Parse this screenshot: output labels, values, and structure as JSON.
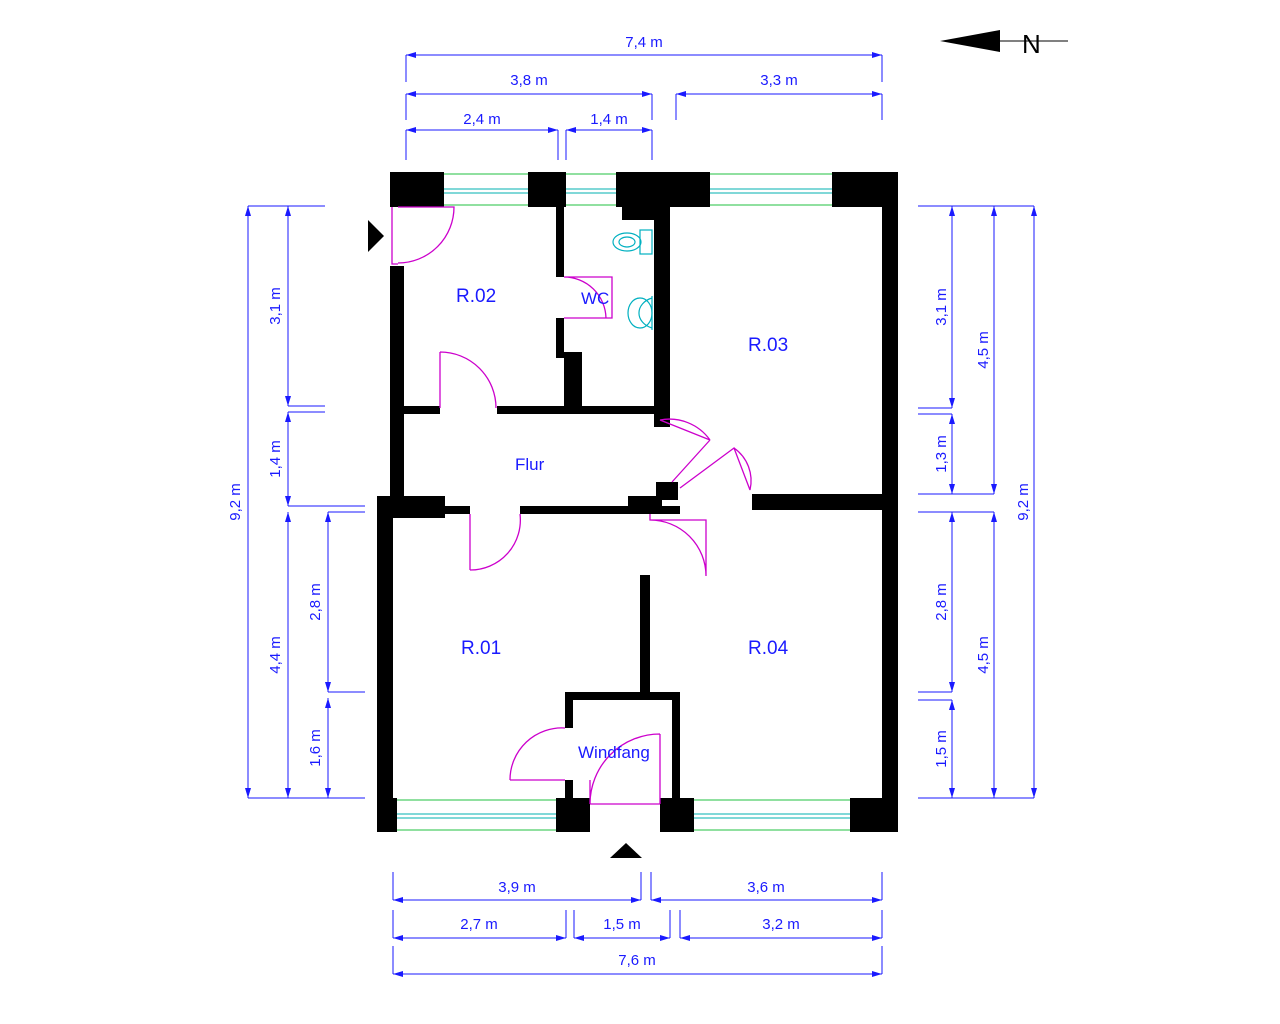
{
  "north": {
    "label": "N"
  },
  "rooms": {
    "r02": "R.02",
    "wc": "WC",
    "r03": "R.03",
    "flur": "Flur",
    "r01": "R.01",
    "r04": "R.04",
    "windfang": "Windfang"
  },
  "dimensions": {
    "top": {
      "total": "7,4 m",
      "left": "3,8 m",
      "right": "3,3 m",
      "sub1": "2,4 m",
      "sub2": "1,4 m"
    },
    "bottom": {
      "left": "3,9 m",
      "right": "3,6 m",
      "sub1": "2,7 m",
      "sub2": "1,5 m",
      "sub3": "3,2 m",
      "total": "7,6 m"
    },
    "left": {
      "total": "9,2 m",
      "upper": "3,1 m",
      "middle": "1,4 m",
      "lower": "4,4 m",
      "sub1": "2,8 m",
      "sub2": "1,6 m"
    },
    "right": {
      "upper": "3,1 m",
      "middle": "1,3 m",
      "sum1": "4,5 m",
      "lower1": "2,8 m",
      "lower2": "1,5 m",
      "sum2": "4,5 m",
      "total": "9,2 m"
    }
  },
  "colors": {
    "dimension": "#1a1aff",
    "wall": "#000000",
    "door": "#cc00cc",
    "window": "#20c040",
    "fixture": "#00b0c0"
  }
}
